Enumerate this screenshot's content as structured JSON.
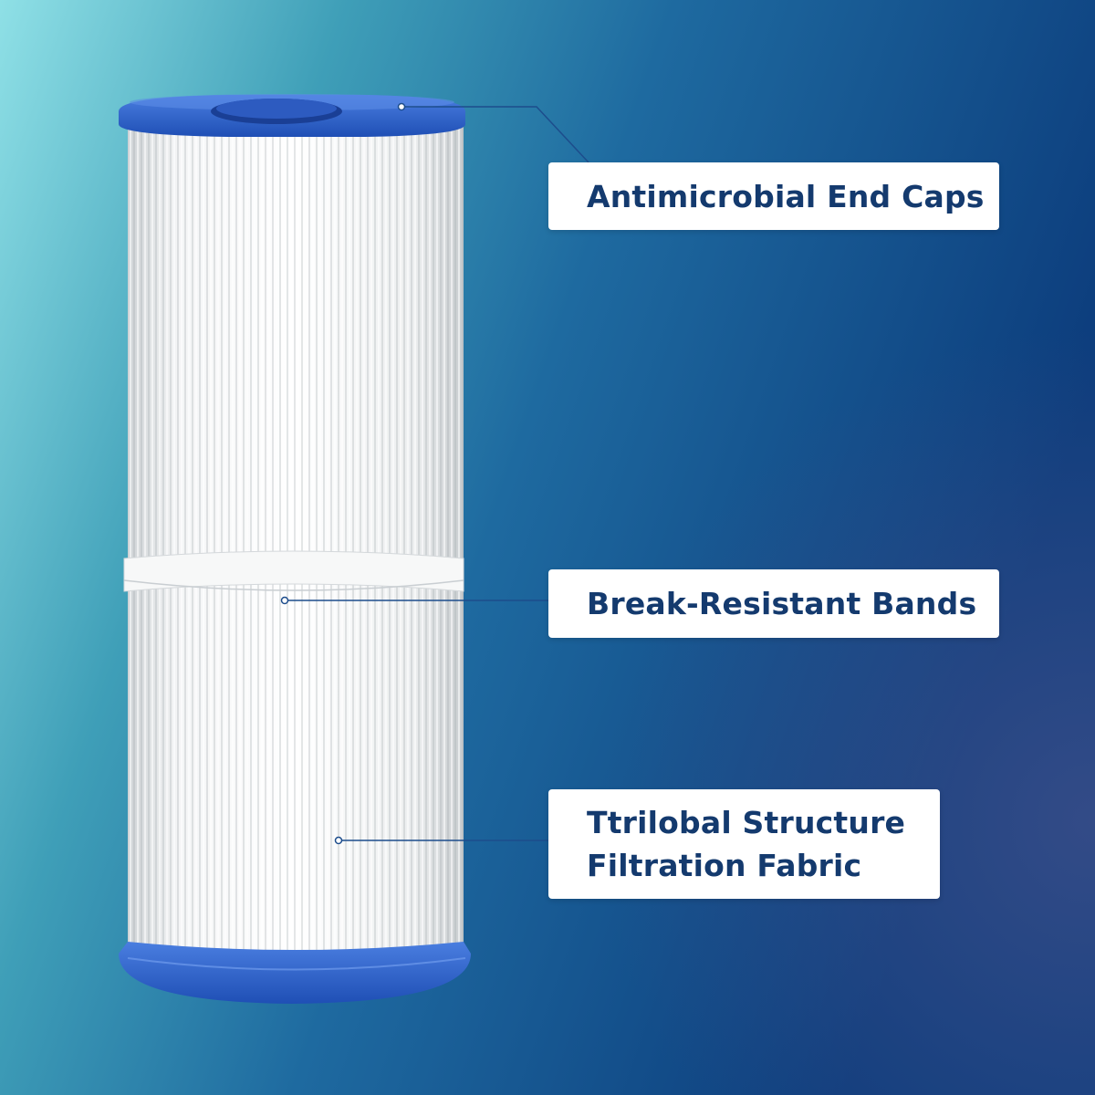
{
  "colors": {
    "background_light": "#8fdde3",
    "background_mid": "#2f7aa3",
    "background_dark": "#0c3c7c",
    "cap_blue": "#2f62c9",
    "label_text": "#143a6e",
    "label_bg": "#ffffff",
    "connector": "#1d4d8c"
  },
  "product": {
    "icon": "pool-filter-cartridge-icon"
  },
  "callouts": [
    {
      "lines": [
        "Antimicrobial End Caps"
      ]
    },
    {
      "lines": [
        "Break-Resistant Bands"
      ]
    },
    {
      "lines": [
        "Ttrilobal Structure",
        "Filtration Fabric"
      ]
    }
  ]
}
